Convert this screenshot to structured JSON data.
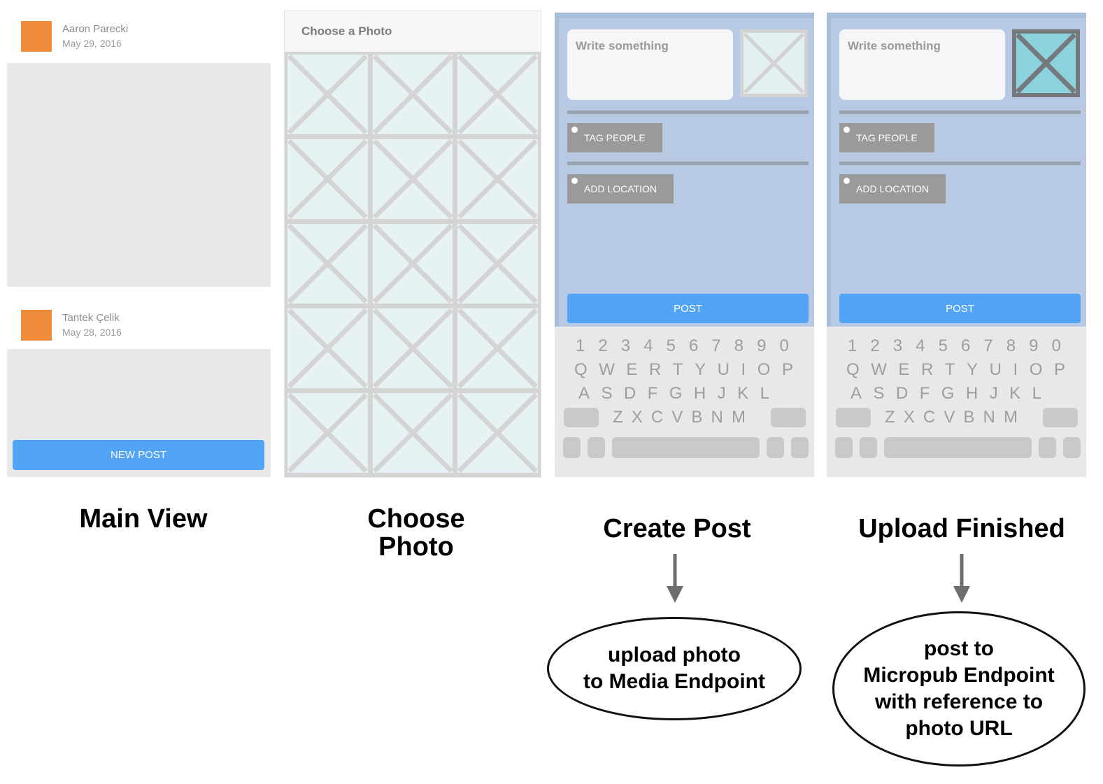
{
  "colors": {
    "accent_blue": "#52a4f6",
    "avatar_orange": "#ee8c3b",
    "panel_blue": "#b8c9e4",
    "panel_blue_dark": "#a9bdda",
    "placeholder_gray": "#e8e8e8",
    "photo_cell_cyan": "#e7f2f4",
    "grid_line_gray": "#d4d4d4",
    "uploaded_teal_fill": "#8bd2dc",
    "uploaded_teal_border": "#76797c",
    "button_gray": "#9a9a9a",
    "keyboard_key_gray": "#c9c9c9"
  },
  "main_view": {
    "caption": "Main View",
    "posts": [
      {
        "author": "Aaron Parecki",
        "date": "May 29, 2016"
      },
      {
        "author": "Tantek Çelik",
        "date": "May 28, 2016"
      }
    ],
    "new_post_label": "NEW POST"
  },
  "choose_photo": {
    "caption_lines": [
      "Choose",
      "Photo"
    ],
    "header_title": "Choose a Photo",
    "photo_count": 15
  },
  "create_post": {
    "caption": "Create Post",
    "compose_placeholder": "Write something",
    "tag_people_label": "TAG PEOPLE",
    "add_location_label": "ADD LOCATION",
    "post_label": "POST"
  },
  "upload_finished": {
    "caption": "Upload Finished",
    "compose_placeholder": "Write something",
    "tag_people_label": "TAG PEOPLE",
    "add_location_label": "ADD LOCATION",
    "post_label": "POST"
  },
  "keyboard": {
    "rows": [
      [
        "1",
        "2",
        "3",
        "4",
        "5",
        "6",
        "7",
        "8",
        "9",
        "0"
      ],
      [
        "Q",
        "W",
        "E",
        "R",
        "T",
        "Y",
        "U",
        "I",
        "O",
        "P"
      ],
      [
        "A",
        "S",
        "D",
        "F",
        "G",
        "H",
        "J",
        "K",
        "L"
      ],
      [
        "Z",
        "X",
        "C",
        "V",
        "B",
        "N",
        "M"
      ]
    ]
  },
  "flow_annotations": {
    "media_endpoint": {
      "lines": [
        "upload photo",
        "to Media Endpoint"
      ]
    },
    "micropub_endpoint": {
      "lines": [
        "post to",
        "Micropub Endpoint",
        "with reference to",
        "photo URL"
      ]
    }
  }
}
